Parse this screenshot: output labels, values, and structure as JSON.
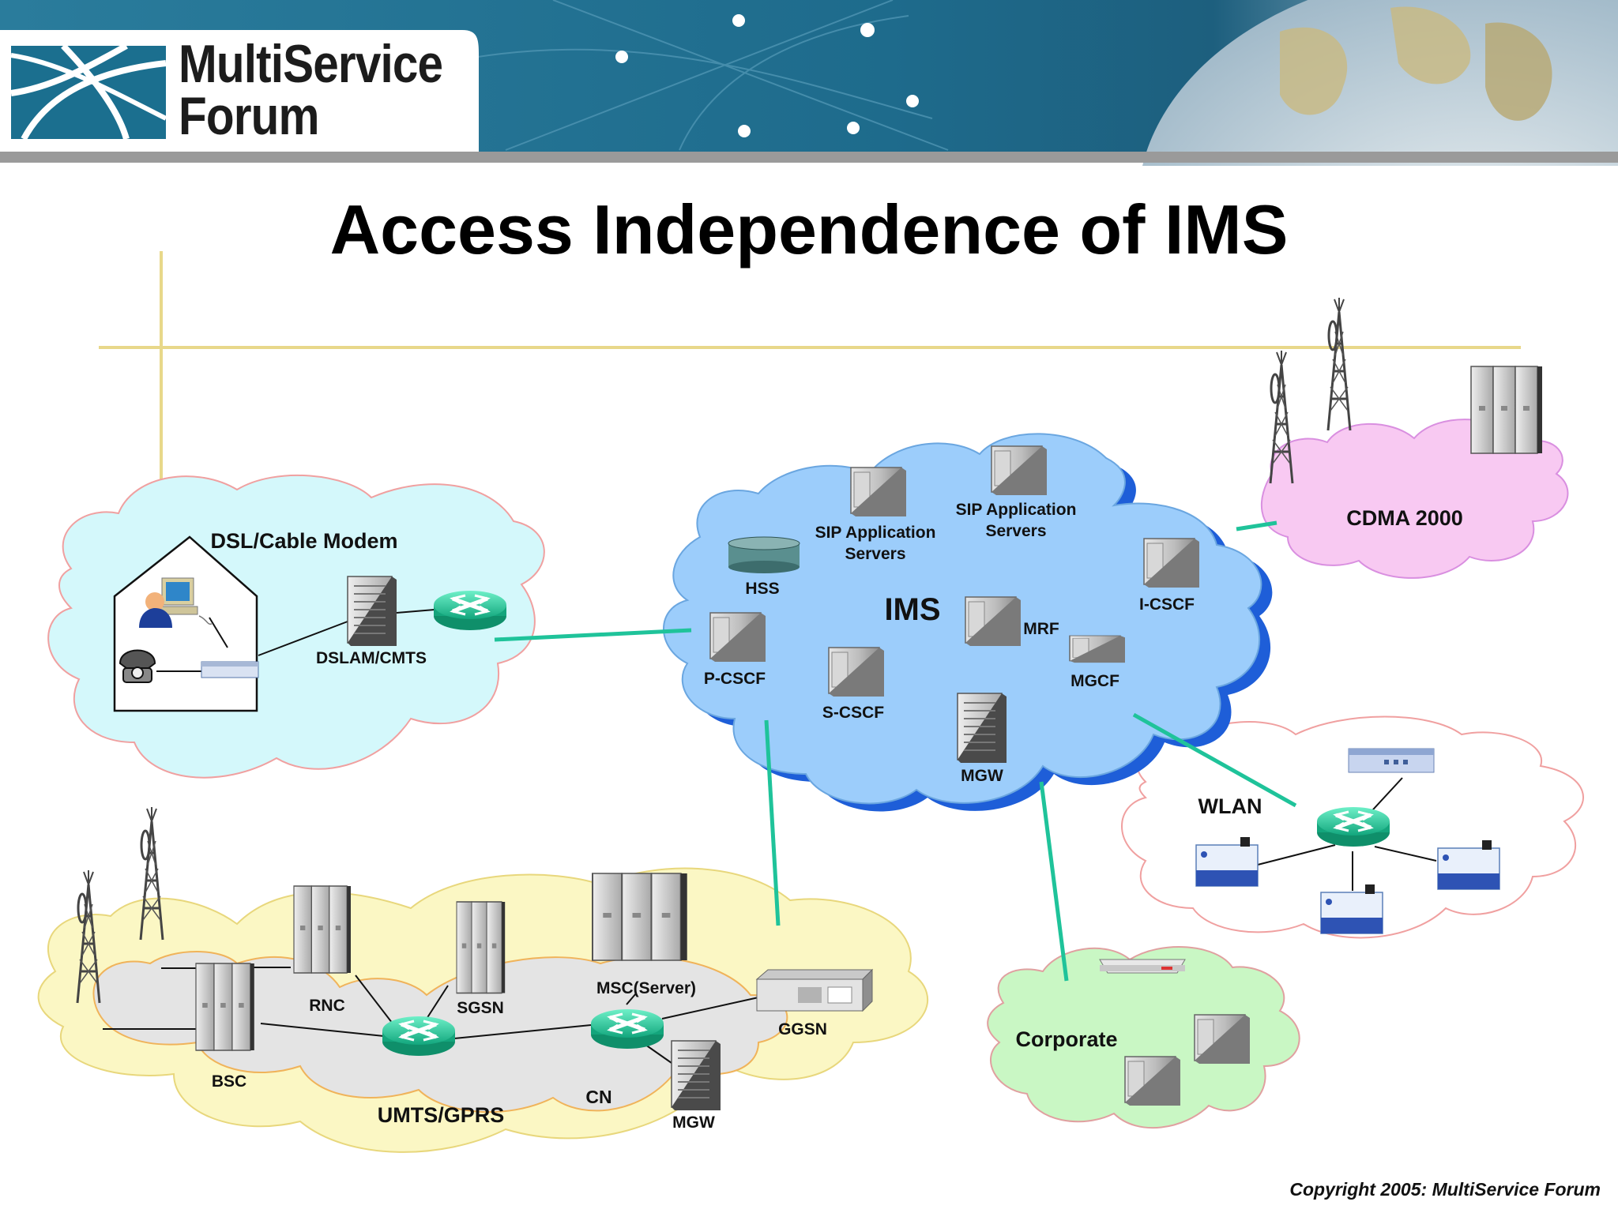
{
  "header": {
    "logo_line1": "MultiService",
    "logo_line2": "Forum"
  },
  "slide_title": "Access Independence of IMS",
  "copyright": "Copyright 2005:  MultiService Forum",
  "colors": {
    "banner_blue": "#1e6e8e",
    "link_green": "#1fc39a",
    "ims_cloud": "#9ccdfb",
    "dsl_cloud": "#d4f8fb",
    "cdma_cloud": "#f8c9f2",
    "umts_cloud": "#fbf7c4",
    "corporate_cloud": "#c9f7c4",
    "accent_line": "#e8d88a"
  },
  "clouds": {
    "ims": "IMS",
    "dsl": "DSL/Cable Modem",
    "cdma": "CDMA 2000",
    "wlan": "WLAN",
    "corporate": "Corporate",
    "umts": "UMTS/GPRS",
    "cn": "CN"
  },
  "ims_nodes": {
    "sip_as_1_line1": "SIP Application",
    "sip_as_1_line2": "Servers",
    "sip_as_2_line1": "SIP Application",
    "sip_as_2_line2": "Servers",
    "hss": "HSS",
    "i_cscf": "I-CSCF",
    "mrf": "MRF",
    "p_cscf": "P-CSCF",
    "s_cscf": "S-CSCF",
    "mgcf": "MGCF",
    "mgw": "MGW"
  },
  "dsl_nodes": {
    "dslam": "DSLAM/CMTS"
  },
  "umts_nodes": {
    "rnc": "RNC",
    "sgsn": "SGSN",
    "msc": "MSC(Server)",
    "ggsn": "GGSN",
    "bsc": "BSC",
    "mgw": "MGW"
  }
}
